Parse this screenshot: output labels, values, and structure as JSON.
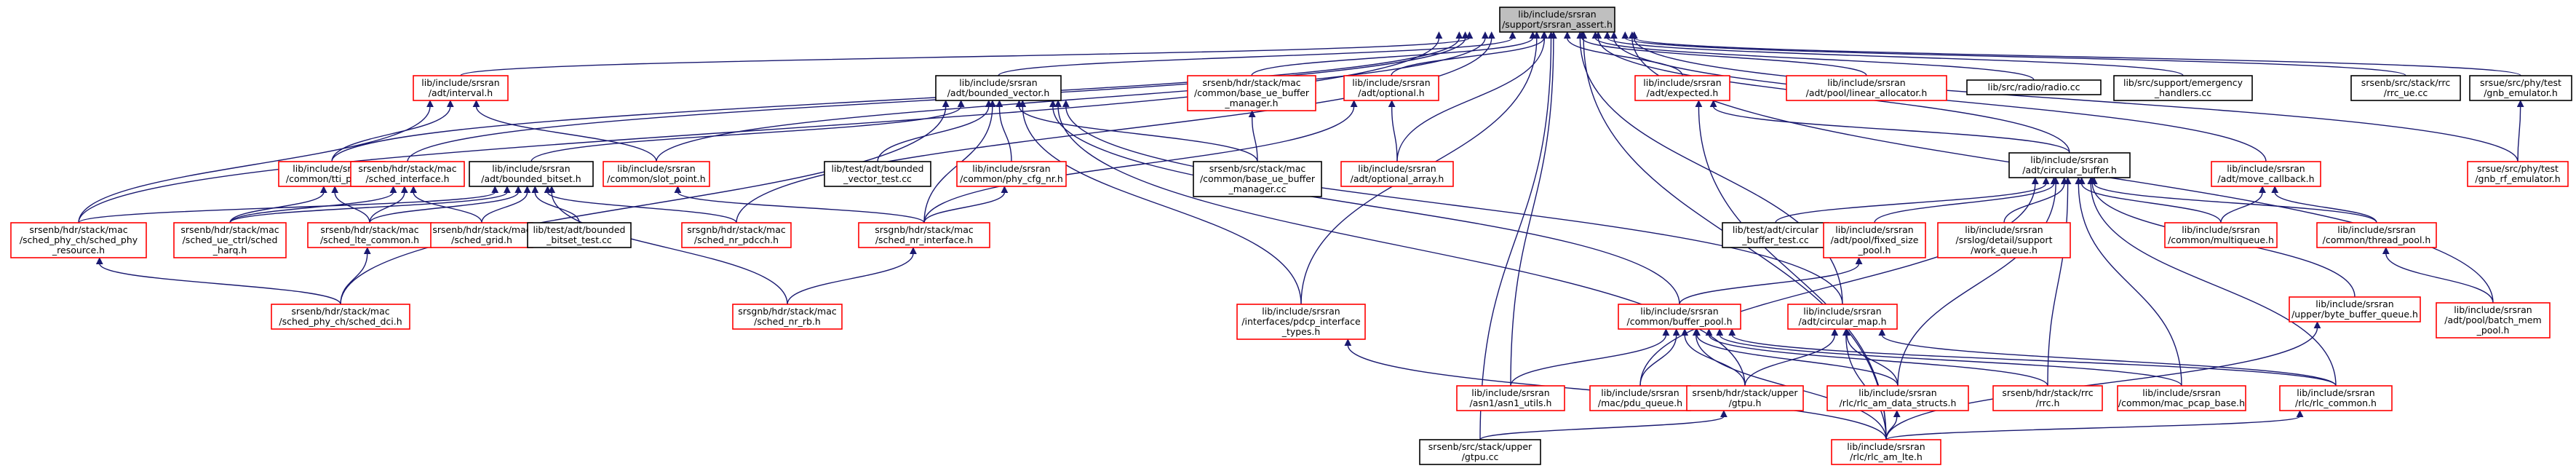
{
  "colors": {
    "edge": "#191970",
    "root_fill": "#bfbfbf",
    "root_stroke": "#000000",
    "red_stroke": "#ff0000",
    "black_stroke": "#000000",
    "node_fill": "#ffffff"
  },
  "nodes": [
    {
      "id": "root",
      "lines": [
        "lib/include/srsran",
        "/support/srsran_assert.h"
      ],
      "style": "root"
    },
    {
      "id": "interval",
      "lines": [
        "lib/include/srsran",
        "/adt/interval.h"
      ],
      "style": "red"
    },
    {
      "id": "bounded_vector",
      "lines": [
        "lib/include/srsran",
        "/adt/bounded_vector.h"
      ],
      "style": "black"
    },
    {
      "id": "base_ue_buffer_mgr_h",
      "lines": [
        "srsenb/hdr/stack/mac",
        "/common/base_ue_buffer",
        "_manager.h"
      ],
      "style": "red"
    },
    {
      "id": "optional",
      "lines": [
        "lib/include/srsran",
        "/adt/optional.h"
      ],
      "style": "red"
    },
    {
      "id": "expected",
      "lines": [
        "lib/include/srsran",
        "/adt/expected.h"
      ],
      "style": "red"
    },
    {
      "id": "linear_alloc",
      "lines": [
        "lib/include/srsran",
        "/adt/pool/linear_allocator.h"
      ],
      "style": "red"
    },
    {
      "id": "radio_cc",
      "lines": [
        "lib/src/radio/radio.cc"
      ],
      "style": "black"
    },
    {
      "id": "emergency_cc",
      "lines": [
        "lib/src/support/emergency",
        "_handlers.cc"
      ],
      "style": "black"
    },
    {
      "id": "rrc_ue_cc",
      "lines": [
        "srsenb/src/stack/rrc",
        "/rrc_ue.cc"
      ],
      "style": "black"
    },
    {
      "id": "gnb_emulator",
      "lines": [
        "srsue/src/phy/test",
        "/gnb_emulator.h"
      ],
      "style": "black"
    },
    {
      "id": "tti_point",
      "lines": [
        "lib/include/srsran",
        "/common/tti_point.h"
      ],
      "style": "red"
    },
    {
      "id": "sched_interface",
      "lines": [
        "srsenb/hdr/stack/mac",
        "/sched_interface.h"
      ],
      "style": "red"
    },
    {
      "id": "bounded_bitset",
      "lines": [
        "lib/include/srsran",
        "/adt/bounded_bitset.h"
      ],
      "style": "black"
    },
    {
      "id": "slot_point",
      "lines": [
        "lib/include/srsran",
        "/common/slot_point.h"
      ],
      "style": "red"
    },
    {
      "id": "bounded_vector_test",
      "lines": [
        "lib/test/adt/bounded",
        "_vector_test.cc"
      ],
      "style": "black"
    },
    {
      "id": "phy_cfg_nr",
      "lines": [
        "lib/include/srsran",
        "/common/phy_cfg_nr.h"
      ],
      "style": "red"
    },
    {
      "id": "base_ue_buffer_mgr_cc",
      "lines": [
        "srsenb/src/stack/mac",
        "/common/base_ue_buffer",
        "_manager.cc"
      ],
      "style": "black"
    },
    {
      "id": "optional_array",
      "lines": [
        "lib/include/srsran",
        "/adt/optional_array.h"
      ],
      "style": "red"
    },
    {
      "id": "circular_buffer",
      "lines": [
        "lib/include/srsran",
        "/adt/circular_buffer.h"
      ],
      "style": "black"
    },
    {
      "id": "move_callback",
      "lines": [
        "lib/include/srsran",
        "/adt/move_callback.h"
      ],
      "style": "red"
    },
    {
      "id": "gnb_rf_emulator",
      "lines": [
        "srsue/src/phy/test",
        "/gnb_rf_emulator.h"
      ],
      "style": "red"
    },
    {
      "id": "sched_phy_resource",
      "lines": [
        "srsenb/hdr/stack/mac",
        "/sched_phy_ch/sched_phy",
        "_resource.h"
      ],
      "style": "red"
    },
    {
      "id": "sched_ue_harq",
      "lines": [
        "srsenb/hdr/stack/mac",
        "/sched_ue_ctrl/sched",
        "_harq.h"
      ],
      "style": "red"
    },
    {
      "id": "sched_lte_common",
      "lines": [
        "srsenb/hdr/stack/mac",
        "/sched_lte_common.h"
      ],
      "style": "red"
    },
    {
      "id": "sched_grid",
      "lines": [
        "srsenb/hdr/stack/mac",
        "/sched_grid.h"
      ],
      "style": "red"
    },
    {
      "id": "bounded_bitset_test",
      "lines": [
        "lib/test/adt/bounded",
        "_bitset_test.cc"
      ],
      "style": "black"
    },
    {
      "id": "sched_nr_pdcch",
      "lines": [
        "srsgnb/hdr/stack/mac",
        "/sched_nr_pdcch.h"
      ],
      "style": "red"
    },
    {
      "id": "sched_nr_interface",
      "lines": [
        "srsgnb/hdr/stack/mac",
        "/sched_nr_interface.h"
      ],
      "style": "red"
    },
    {
      "id": "circular_buffer_test",
      "lines": [
        "lib/test/adt/circular",
        "_buffer_test.cc"
      ],
      "style": "black"
    },
    {
      "id": "fixed_size_pool",
      "lines": [
        "lib/include/srsran",
        "/adt/pool/fixed_size",
        "_pool.h"
      ],
      "style": "red"
    },
    {
      "id": "work_queue",
      "lines": [
        "lib/include/srsran",
        "/srslog/detail/support",
        "/work_queue.h"
      ],
      "style": "red"
    },
    {
      "id": "multiqueue",
      "lines": [
        "lib/include/srsran",
        "/common/multiqueue.h"
      ],
      "style": "red"
    },
    {
      "id": "thread_pool",
      "lines": [
        "lib/include/srsran",
        "/common/thread_pool.h"
      ],
      "style": "red"
    },
    {
      "id": "sched_dci",
      "lines": [
        "srsenb/hdr/stack/mac",
        "/sched_phy_ch/sched_dci.h"
      ],
      "style": "red"
    },
    {
      "id": "sched_nr_rb",
      "lines": [
        "srsgnb/hdr/stack/mac",
        "/sched_nr_rb.h"
      ],
      "style": "red"
    },
    {
      "id": "pdcp_interface_types",
      "lines": [
        "lib/include/srsran",
        "/interfaces/pdcp_interface",
        "_types.h"
      ],
      "style": "red"
    },
    {
      "id": "buffer_pool",
      "lines": [
        "lib/include/srsran",
        "/common/buffer_pool.h"
      ],
      "style": "red"
    },
    {
      "id": "circular_map",
      "lines": [
        "lib/include/srsran",
        "/adt/circular_map.h"
      ],
      "style": "red"
    },
    {
      "id": "byte_buffer_queue",
      "lines": [
        "lib/include/srsran",
        "/upper/byte_buffer_queue.h"
      ],
      "style": "red"
    },
    {
      "id": "batch_mem_pool",
      "lines": [
        "lib/include/srsran",
        "/adt/pool/batch_mem",
        "_pool.h"
      ],
      "style": "red"
    },
    {
      "id": "asn1_utils",
      "lines": [
        "lib/include/srsran",
        "/asn1/asn1_utils.h"
      ],
      "style": "red"
    },
    {
      "id": "pdu_queue",
      "lines": [
        "lib/include/srsran",
        "/mac/pdu_queue.h"
      ],
      "style": "red"
    },
    {
      "id": "gtpu_h",
      "lines": [
        "srsenb/hdr/stack/upper",
        "/gtpu.h"
      ],
      "style": "red"
    },
    {
      "id": "rlc_am_data_structs",
      "lines": [
        "lib/include/srsran",
        "/rlc/rlc_am_data_structs.h"
      ],
      "style": "red"
    },
    {
      "id": "rrc_h",
      "lines": [
        "srsenb/hdr/stack/rrc",
        "/rrc.h"
      ],
      "style": "red"
    },
    {
      "id": "mac_pcap_base",
      "lines": [
        "lib/include/srsran",
        "/common/mac_pcap_base.h"
      ],
      "style": "red"
    },
    {
      "id": "rlc_common",
      "lines": [
        "lib/include/srsran",
        "/rlc/rlc_common.h"
      ],
      "style": "red"
    },
    {
      "id": "gtpu_cc",
      "lines": [
        "srsenb/src/stack/upper",
        "/gtpu.cc"
      ],
      "style": "black"
    },
    {
      "id": "rlc_am_lte",
      "lines": [
        "lib/include/srsran",
        "/rlc/rlc_am_lte.h"
      ],
      "style": "red"
    }
  ],
  "edges": [
    [
      "root",
      "interval"
    ],
    [
      "root",
      "bounded_vector"
    ],
    [
      "root",
      "base_ue_buffer_mgr_h"
    ],
    [
      "root",
      "optional"
    ],
    [
      "root",
      "expected"
    ],
    [
      "root",
      "linear_alloc"
    ],
    [
      "root",
      "radio_cc"
    ],
    [
      "root",
      "emergency_cc"
    ],
    [
      "root",
      "rrc_ue_cc"
    ],
    [
      "root",
      "gnb_emulator"
    ],
    [
      "root",
      "tti_point"
    ],
    [
      "root",
      "sched_interface"
    ],
    [
      "root",
      "slot_point"
    ],
    [
      "root",
      "optional_array"
    ],
    [
      "root",
      "circular_buffer"
    ],
    [
      "root",
      "move_callback"
    ],
    [
      "root",
      "gnb_rf_emulator"
    ],
    [
      "root",
      "sched_phy_resource"
    ],
    [
      "root",
      "sched_nr_pdcch"
    ],
    [
      "root",
      "pdcp_interface_types"
    ],
    [
      "root",
      "asn1_utils"
    ],
    [
      "root",
      "circular_map"
    ],
    [
      "root",
      "batch_mem_pool"
    ],
    [
      "root",
      "rlc_am_lte"
    ],
    [
      "root",
      "gtpu_cc"
    ],
    [
      "interval",
      "tti_point"
    ],
    [
      "interval",
      "slot_point"
    ],
    [
      "interval",
      "sched_phy_resource"
    ],
    [
      "bounded_vector",
      "bounded_vector_test"
    ],
    [
      "bounded_vector",
      "phy_cfg_nr"
    ],
    [
      "bounded_vector",
      "base_ue_buffer_mgr_cc"
    ],
    [
      "bounded_vector",
      "bounded_bitset"
    ],
    [
      "bounded_vector",
      "sched_nr_interface"
    ],
    [
      "bounded_vector",
      "sched_dci"
    ],
    [
      "bounded_vector",
      "pdcp_interface_types"
    ],
    [
      "bounded_vector",
      "gtpu_h"
    ],
    [
      "bounded_vector",
      "circular_map"
    ],
    [
      "bounded_vector",
      "buffer_pool"
    ],
    [
      "base_ue_buffer_mgr_h",
      "base_ue_buffer_mgr_cc"
    ],
    [
      "optional",
      "optional_array"
    ],
    [
      "optional",
      "sched_nr_interface"
    ],
    [
      "expected",
      "circular_buffer"
    ],
    [
      "expected",
      "rlc_am_lte"
    ],
    [
      "gnb_emulator",
      "gnb_rf_emulator"
    ],
    [
      "tti_point",
      "sched_ue_harq"
    ],
    [
      "tti_point",
      "sched_lte_common"
    ],
    [
      "sched_interface",
      "sched_ue_harq"
    ],
    [
      "sched_interface",
      "sched_lte_common"
    ],
    [
      "sched_interface",
      "sched_grid"
    ],
    [
      "bounded_bitset",
      "sched_phy_resource"
    ],
    [
      "bounded_bitset",
      "sched_ue_harq"
    ],
    [
      "bounded_bitset",
      "sched_lte_common"
    ],
    [
      "bounded_bitset",
      "sched_grid"
    ],
    [
      "bounded_bitset",
      "bounded_bitset_test"
    ],
    [
      "bounded_bitset",
      "sched_nr_pdcch"
    ],
    [
      "bounded_bitset",
      "sched_nr_rb"
    ],
    [
      "slot_point",
      "sched_nr_interface"
    ],
    [
      "phy_cfg_nr",
      "sched_nr_interface"
    ],
    [
      "circular_buffer",
      "circular_buffer_test"
    ],
    [
      "circular_buffer",
      "fixed_size_pool"
    ],
    [
      "circular_buffer",
      "work_queue"
    ],
    [
      "circular_buffer",
      "multiqueue"
    ],
    [
      "circular_buffer",
      "thread_pool"
    ],
    [
      "circular_buffer",
      "byte_buffer_queue"
    ],
    [
      "circular_buffer",
      "rlc_am_data_structs"
    ],
    [
      "circular_buffer",
      "rrc_h"
    ],
    [
      "circular_buffer",
      "mac_pcap_base"
    ],
    [
      "circular_buffer",
      "rlc_common"
    ],
    [
      "circular_buffer",
      "pdu_queue"
    ],
    [
      "move_callback",
      "multiqueue"
    ],
    [
      "move_callback",
      "thread_pool"
    ],
    [
      "sched_phy_resource",
      "sched_dci"
    ],
    [
      "sched_lte_common",
      "sched_dci"
    ],
    [
      "sched_nr_interface",
      "sched_nr_rb"
    ],
    [
      "fixed_size_pool",
      "buffer_pool"
    ],
    [
      "thread_pool",
      "batch_mem_pool"
    ],
    [
      "pdcp_interface_types",
      "rlc_am_lte"
    ],
    [
      "buffer_pool",
      "asn1_utils"
    ],
    [
      "buffer_pool",
      "pdu_queue"
    ],
    [
      "buffer_pool",
      "gtpu_h"
    ],
    [
      "buffer_pool",
      "rlc_am_data_structs"
    ],
    [
      "buffer_pool",
      "rrc_h"
    ],
    [
      "buffer_pool",
      "mac_pcap_base"
    ],
    [
      "buffer_pool",
      "rlc_common"
    ],
    [
      "buffer_pool",
      "rlc_am_lte"
    ],
    [
      "circular_map",
      "gtpu_h"
    ],
    [
      "circular_map",
      "rlc_am_data_structs"
    ],
    [
      "circular_map",
      "rlc_common"
    ],
    [
      "circular_map",
      "rlc_am_lte"
    ],
    [
      "byte_buffer_queue",
      "rlc_am_lte"
    ],
    [
      "gtpu_h",
      "gtpu_cc"
    ],
    [
      "rlc_am_data_structs",
      "rlc_am_lte"
    ],
    [
      "rlc_common",
      "rlc_am_lte"
    ]
  ]
}
